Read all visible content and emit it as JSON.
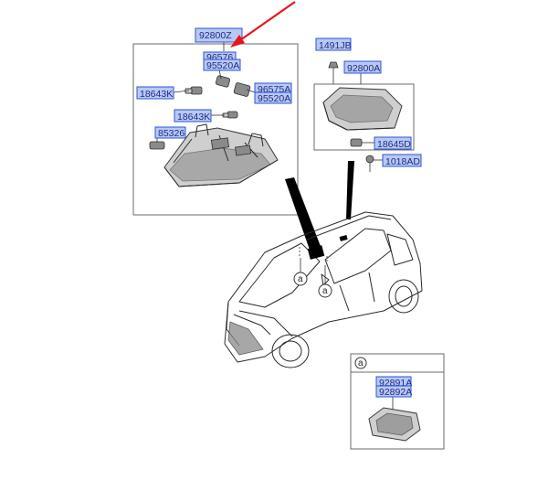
{
  "callout_letter": "a",
  "part_labels": {
    "p92800Z": "92800Z",
    "p96576": "96576",
    "p95520A_top": "95520A",
    "p96575A": "96575A",
    "p95520A_mid": "95520A",
    "p18643K_left": "18643K",
    "p18643K_mid": "18643K",
    "p85326": "85326",
    "p1491JB": "1491JB",
    "p92800A": "92800A",
    "p18645D": "18645D",
    "p1018AD": "1018AD",
    "p92891A": "92891A",
    "p92892A": "92892A"
  },
  "colors": {
    "highlight": "#b9c8f2",
    "highlight_border": "#2b54d8",
    "arrow": "#e8141c"
  }
}
